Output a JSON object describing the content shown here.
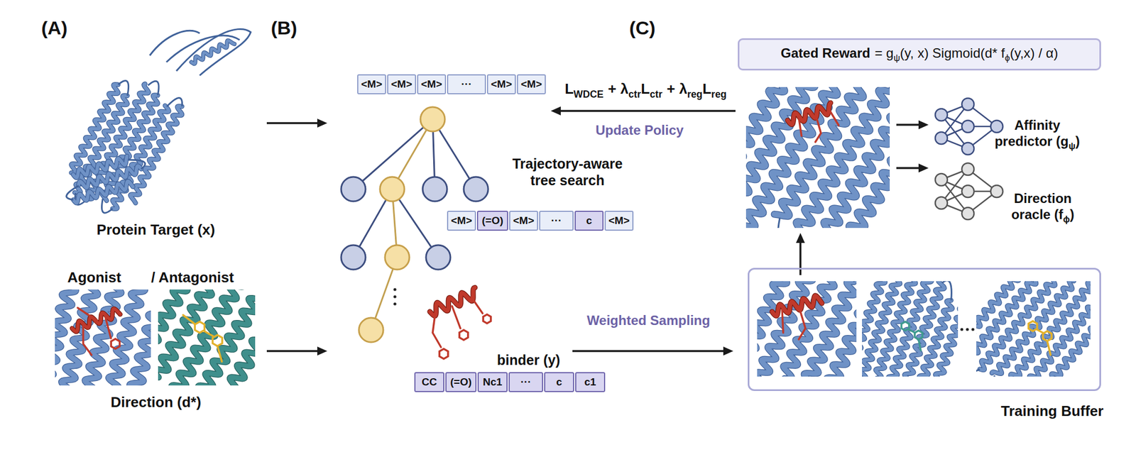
{
  "diagram": {
    "nodes": [
      {
        "text": [
          "Gated Reward",
          "= g",
          "ψ",
          "(y, x) Sigmoid(d* f",
          "ϕ",
          "(y,x) / α)"
        ]
      },
      {
        "text": [
          "<M>"
        ]
      },
      {
        "text": [
          "<M>"
        ]
      },
      {
        "text": [
          "<M>"
        ]
      },
      {
        "text": [
          "···"
        ]
      },
      {
        "text": [
          "<M>"
        ]
      },
      {
        "text": [
          "<M>"
        ]
      },
      {
        "text": [
          "<M>"
        ]
      },
      {
        "text": [
          "(=O)"
        ]
      },
      {
        "text": [
          "<M>"
        ]
      },
      {
        "text": [
          "···"
        ]
      },
      {
        "text": [
          "c"
        ]
      },
      {
        "text": [
          "<M>"
        ]
      },
      {
        "text": [
          "CC"
        ]
      },
      {
        "text": [
          "(=O)"
        ]
      },
      {
        "text": [
          "Nc1"
        ]
      },
      {
        "text": [
          "···"
        ]
      },
      {
        "text": [
          "c"
        ]
      },
      {
        "text": [
          "c1"
        ]
      },
      {
        "text": [
          "Training Buffer"
        ]
      }
    ],
    "labels": [
      "(A)",
      "(B)",
      "(C)",
      "Protein Target (x)",
      "Agonist",
      "/ Antagonist",
      "Direction (d*)",
      "Trajectory-aware tree search",
      "binder (y)",
      "Weighted Sampling",
      "L",
      "WDCE",
      "+ λ",
      "ctr",
      "L",
      "ctr",
      "+ λ",
      "reg",
      "L",
      "reg",
      "Update Policy",
      "Affinity predictor (g",
      "ψ",
      ")",
      "Direction oracle (f",
      "ϕ",
      ")"
    ]
  }
}
